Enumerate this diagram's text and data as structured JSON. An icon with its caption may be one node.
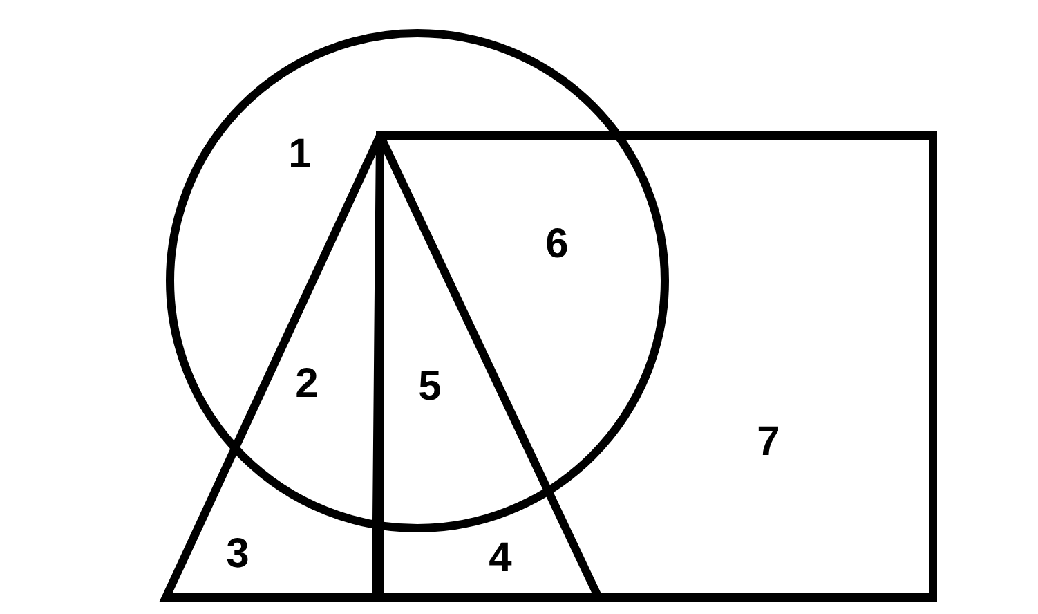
{
  "diagram": {
    "labels": [
      "1",
      "6",
      "2",
      "5",
      "7",
      "3",
      "4"
    ]
  }
}
